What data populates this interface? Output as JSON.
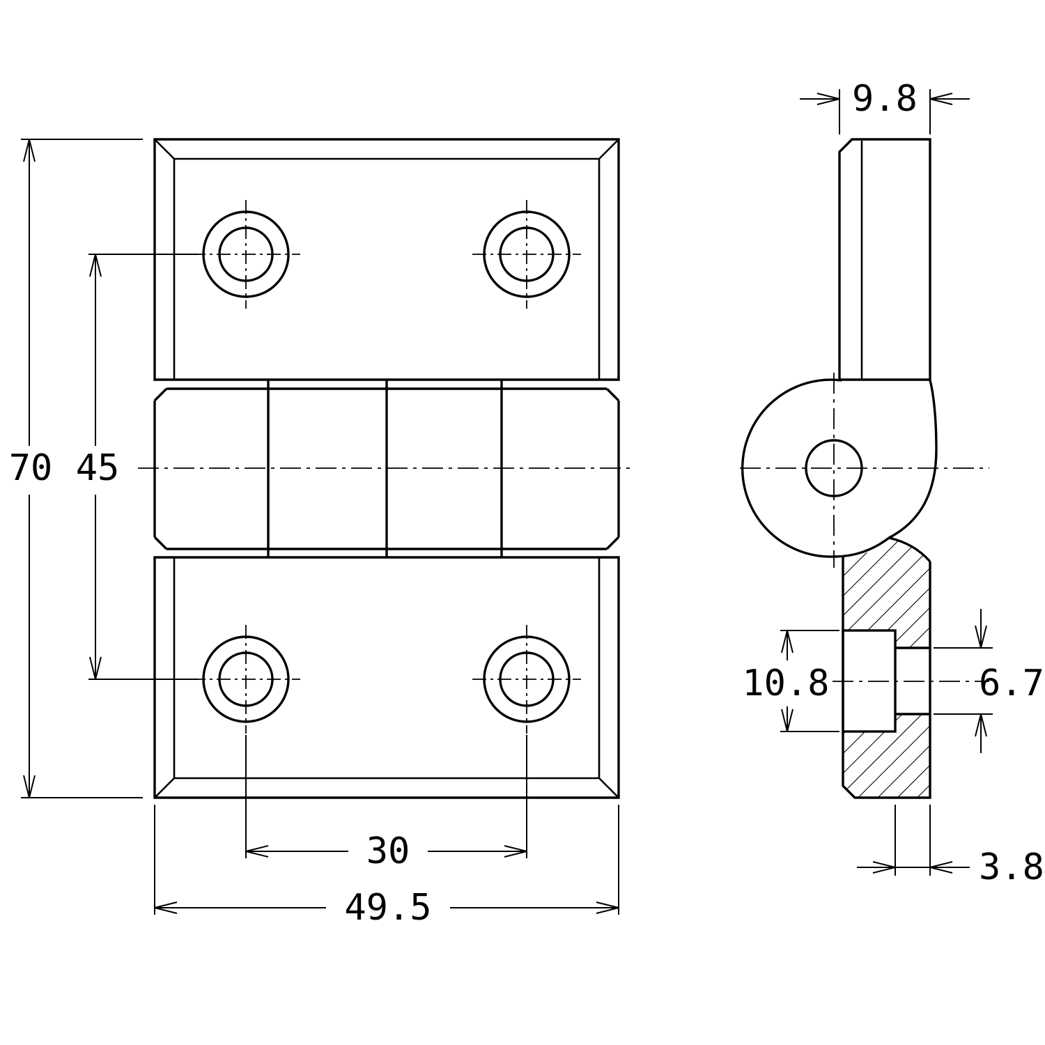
{
  "drawing": {
    "dimensions": {
      "overall_height": "70",
      "hole_pitch_vertical": "45",
      "hole_pitch_horizontal": "30",
      "overall_width": "49.5",
      "plate_thickness": "9.8",
      "boss_height": "10.8",
      "bore_width": "6.7",
      "edge_offset": "3.8"
    },
    "colors": {
      "line": "#000000",
      "background": "#ffffff"
    }
  }
}
